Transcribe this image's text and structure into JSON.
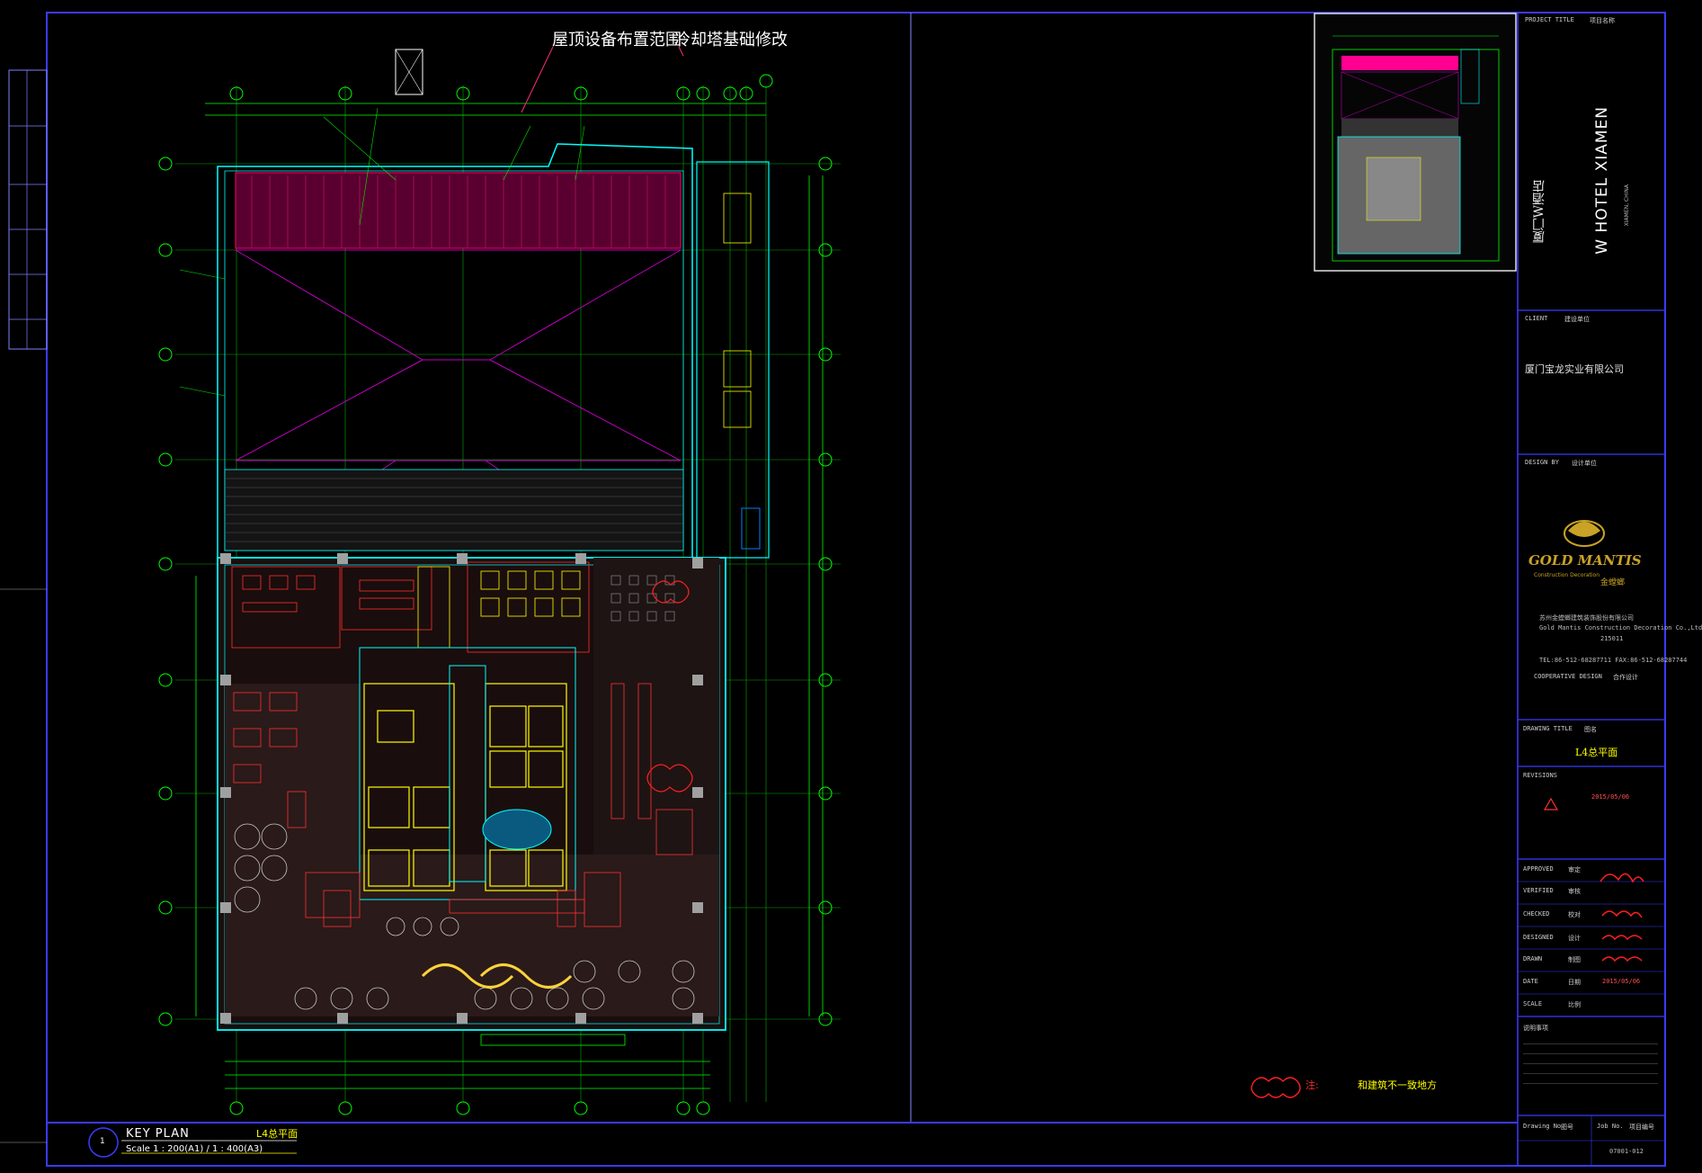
{
  "drawing": {
    "roof_note": "屋顶设备布置范围",
    "roof_note_2": "冷却塔基础修改",
    "legend_marker": "注:",
    "legend_text": "和建筑不一致地方"
  },
  "key_plan": {
    "marker": "1",
    "title": "KEY PLAN",
    "sheet_name": "L4总平面",
    "scale": "Scale 1 : 200(A1) / 1 : 400(A3)"
  },
  "title_block": {
    "project_title_label": "PROJECT TITLE",
    "project_title_cn": "项目名称",
    "project_name_cn": "厦门W酒店",
    "project_name_en": "W HOTEL XIAMEN",
    "project_location": "XIAMEN, CHINA",
    "client_label": "CLIENT",
    "client_label_cn": "建设单位",
    "client_name": "厦门宝龙实业有限公司",
    "design_by_label": "DESIGN BY",
    "design_by_cn": "设计单位",
    "logo_text": "GOLD MANTIS",
    "logo_sub": "Construction Decoration",
    "logo_cn": "金螳螂",
    "company_lines": [
      "苏州金螳螂建筑装饰股份有限公司",
      "Gold Mantis Construction Decoration Co.,Ltd",
      "215011",
      "TEL:86-512-68287711 FAX:86-512-68287744"
    ],
    "cooperative_label": "COOPERATIVE DESIGN",
    "cooperative_cn": "合作设计",
    "drawing_title_label": "DRAWING TITLE",
    "drawing_title_cn": "图名",
    "drawing_title": "L4总平面",
    "revisions_label": "REVISIONS",
    "revision_date": "2015/05/06",
    "rows": [
      {
        "en": "APPROVED",
        "cn": "审定"
      },
      {
        "en": "VERIFIED",
        "cn": "审核"
      },
      {
        "en": "CHECKED",
        "cn": "校对"
      },
      {
        "en": "DESIGNED",
        "cn": "设计"
      },
      {
        "en": "DRAWN",
        "cn": "制图"
      },
      {
        "en": "DATE",
        "cn": "日期"
      },
      {
        "en": "SCALE",
        "cn": "比例"
      }
    ],
    "date_value": "2015/05/06",
    "notes_label": "说明事项",
    "drawing_no_label": "Drawing No.",
    "drawing_no_cn": "图号",
    "job_no_label": "Job No.",
    "job_no_cn": "项目编号",
    "sheet_number": "07001-012"
  },
  "colors": {
    "background": "#000000",
    "frame": "#3b3bff",
    "grid": "#00ff00",
    "wall": "#00ffff",
    "furniture": "#ff3030",
    "roof_hatch": "#ff0066",
    "diagonal": "#c000c0",
    "title_text": "#ffffff",
    "logo": "#c9a227"
  }
}
